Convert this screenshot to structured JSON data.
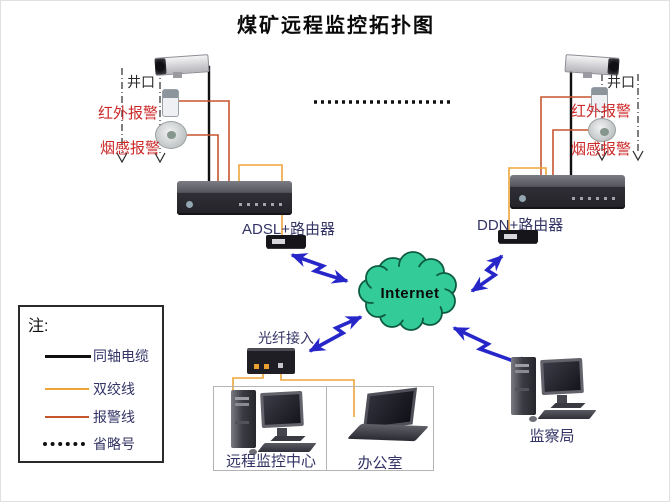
{
  "title": "煤矿远程监控拓扑图",
  "left_site": {
    "wellhead": "井口",
    "infrared_alarm": "红外报警",
    "smoke_alarm": "烟感报警",
    "router": "ADSL+路由器"
  },
  "right_site": {
    "wellhead": "井口",
    "infrared_alarm": "红外报警",
    "smoke_alarm": "烟感报警",
    "router": "DDN+路由器"
  },
  "internet": {
    "label": "Internet"
  },
  "fiber_access": {
    "label": "光纤接入"
  },
  "monitoring_center": {
    "label": "远程监控中心"
  },
  "office": {
    "label": "办公室"
  },
  "supervision_bureau": {
    "label": "监察局"
  },
  "legend": {
    "title": "注:",
    "items": [
      {
        "label": "同轴电缆",
        "line": "coaxial-solid-black"
      },
      {
        "label": "双绞线",
        "line": "twisted-pair-solid-yellow"
      },
      {
        "label": "报警线",
        "line": "alarm-solid-red"
      },
      {
        "label": "省略号",
        "line": "ellipsis-dotted-black"
      }
    ]
  },
  "colors": {
    "cloud_green": "#33cc99",
    "cloud_outline": "#0d5c40",
    "link_blue": "#2626c9",
    "coaxial_black": "#101010",
    "twisted_pair_yellow": "#eda53a",
    "alarm_line_red": "#c6552e",
    "label_navy": "#333366",
    "alarm_text_red": "#cc2a2a"
  }
}
